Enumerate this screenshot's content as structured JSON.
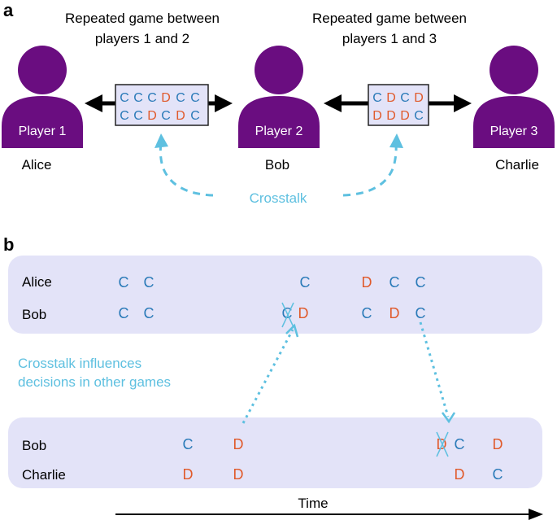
{
  "colors": {
    "purple": "#6a0d80",
    "C": "#2a7ab8",
    "D": "#e05a2b",
    "crosstalk": "#5ec0e0",
    "panel": "#e3e3f8"
  },
  "panel_a": {
    "label": "a",
    "game_12_title_line1": "Repeated game between",
    "game_12_title_line2": "players 1 and 2",
    "game_13_title_line1": "Repeated game between",
    "game_13_title_line2": "players 1 and 3",
    "players": [
      {
        "badge": "Player 1",
        "name": "Alice"
      },
      {
        "badge": "Player 2",
        "name": "Bob"
      },
      {
        "badge": "Player 3",
        "name": "Charlie"
      }
    ],
    "box12_row1": [
      "C",
      "C",
      "C",
      "D",
      "C",
      "C"
    ],
    "box12_row2": [
      "C",
      "C",
      "D",
      "C",
      "D",
      "C"
    ],
    "box13_row1": [
      "C",
      "D",
      "C",
      "D"
    ],
    "box13_row2": [
      "D",
      "D",
      "D",
      "C"
    ],
    "crosstalk_label": "Crosstalk"
  },
  "panel_b": {
    "label": "b",
    "game1": {
      "rows": [
        {
          "name": "Alice",
          "moves": [
            "C",
            "C",
            "C",
            "D",
            "C",
            "C"
          ]
        },
        {
          "name": "Bob",
          "moves": [
            "C",
            "C",
            "C",
            "D",
            "C",
            "D",
            "C"
          ]
        }
      ]
    },
    "game2": {
      "rows": [
        {
          "name": "Bob",
          "moves": [
            "C",
            "D",
            "D",
            "C",
            "D"
          ]
        },
        {
          "name": "Charlie",
          "moves": [
            "D",
            "D",
            "D",
            "C"
          ]
        }
      ]
    },
    "influence_line1": "Crosstalk influences",
    "influence_line2": "decisions in other games",
    "time_label": "Time"
  }
}
